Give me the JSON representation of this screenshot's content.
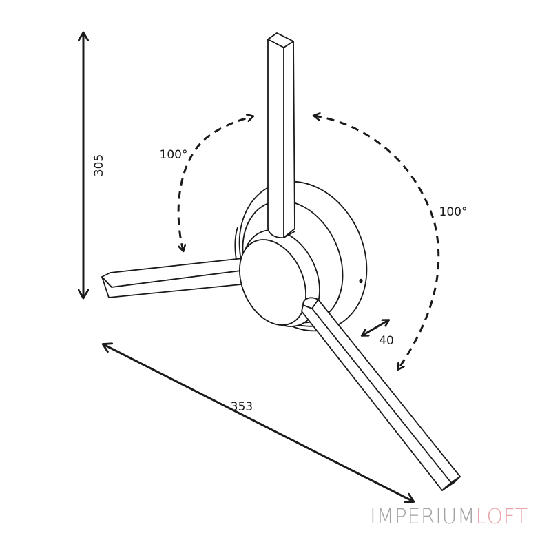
{
  "drawing": {
    "subject": "three-arm wall lamp",
    "line_color": "#1a1a1a",
    "background": "#ffffff"
  },
  "dimensions": {
    "height": {
      "value": "305",
      "orientation": "vertical"
    },
    "span": {
      "value": "353",
      "orientation": "diagonal"
    },
    "depth": {
      "value": "40",
      "orientation": "diagonal"
    }
  },
  "rotation_labels": {
    "upper_left": "100°",
    "right": "100°"
  },
  "brand": {
    "part_a": "IMPERIUM",
    "part_b": "LOFT",
    "color_a": "#a3a3a5",
    "color_b": "#e8a4a8"
  }
}
